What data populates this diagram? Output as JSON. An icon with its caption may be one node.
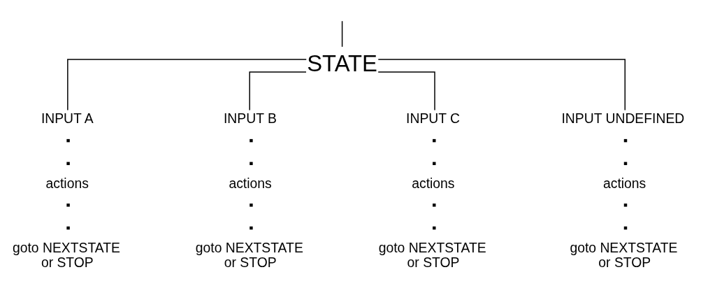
{
  "diagram": {
    "nodes": [
      {
        "text": [
          "STATE"
        ]
      },
      {
        "text": [
          "INPUT A",
          "actions",
          "goto NEXTSTATE or STOP"
        ]
      },
      {
        "text": [
          "INPUT B",
          "actions",
          "goto NEXTSTATE or STOP"
        ]
      },
      {
        "text": [
          "INPUT C",
          "actions",
          "goto NEXTSTATE or STOP"
        ]
      },
      {
        "text": [
          "INPUT UNDEFINED",
          "actions",
          "goto NEXTSTATE or STOP"
        ]
      }
    ],
    "edges": [
      {
        "from": null,
        "to": 0,
        "arrow": "none"
      },
      {
        "from": 0,
        "to": 1,
        "arrow": "none"
      },
      {
        "from": 0,
        "to": 2,
        "arrow": "none"
      },
      {
        "from": 0,
        "to": 3,
        "arrow": "none"
      },
      {
        "from": 0,
        "to": 4,
        "arrow": "none"
      }
    ]
  }
}
